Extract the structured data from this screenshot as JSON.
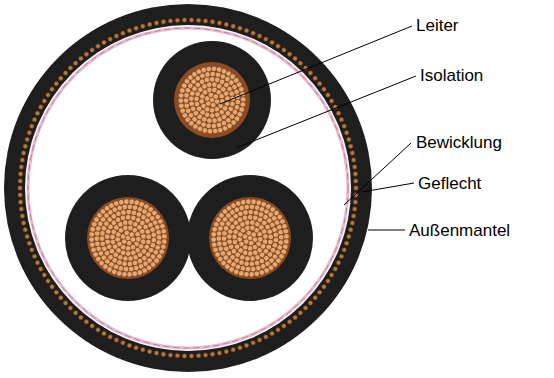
{
  "diagram": {
    "labels": [
      "Leiter",
      "Isolation",
      "Bewicklung",
      "Geflecht",
      "Außenmantel"
    ]
  }
}
